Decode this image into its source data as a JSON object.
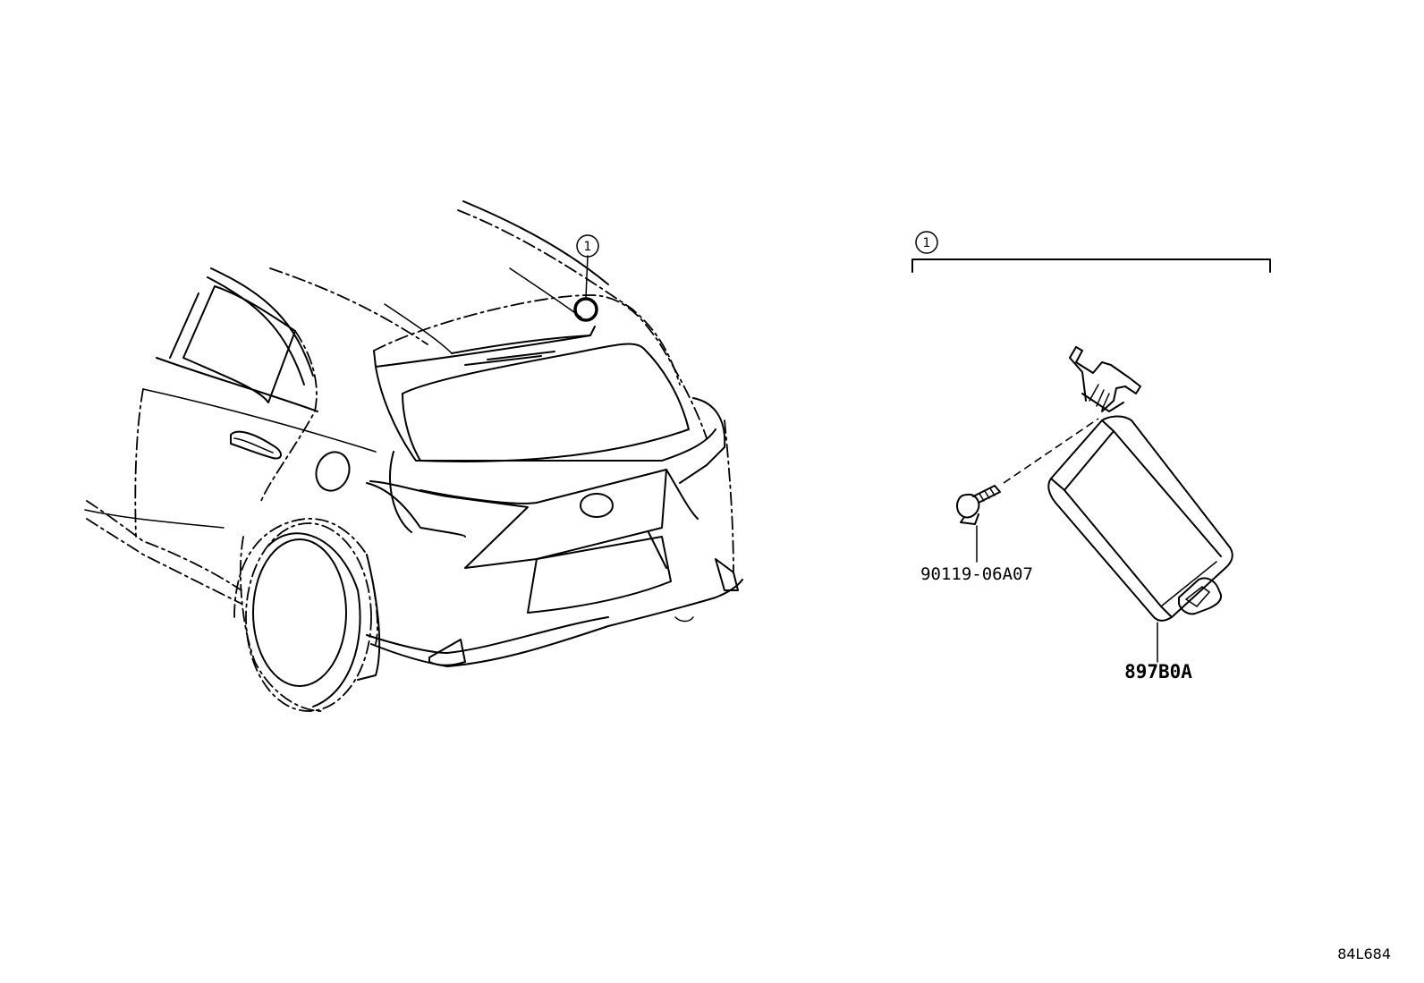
{
  "callouts": {
    "car_marker": "1",
    "assembly_marker": "1"
  },
  "parts": [
    {
      "number": "90119-06A07",
      "description": "bolt"
    },
    {
      "number": "897B0A",
      "description": "module"
    }
  ],
  "figure_code": "84L684"
}
